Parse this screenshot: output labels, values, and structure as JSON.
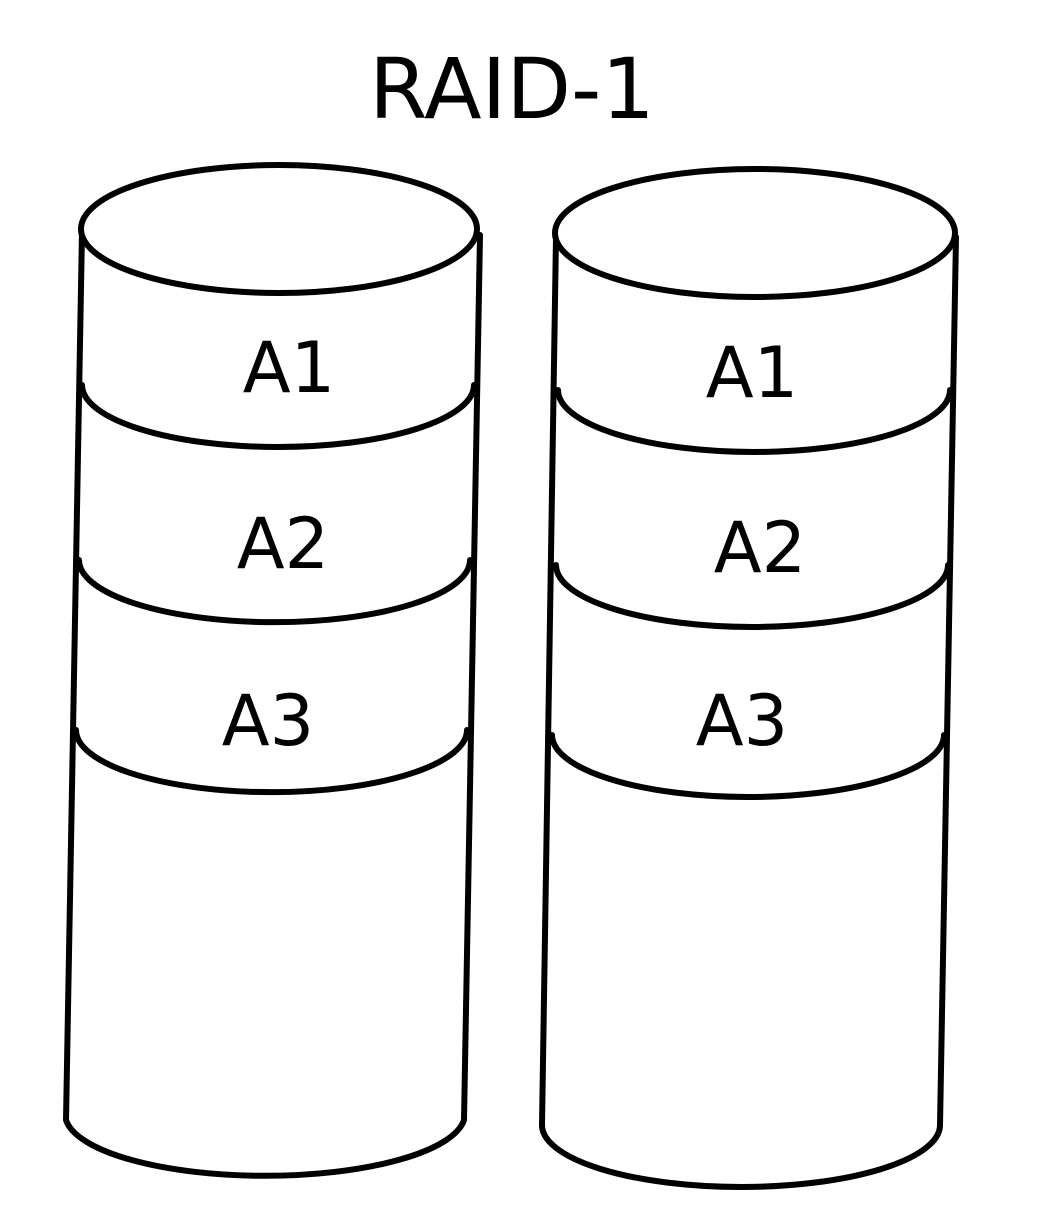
{
  "title": "RAID-1",
  "disks": [
    {
      "blocks": [
        "A1",
        "A2",
        "A3"
      ]
    },
    {
      "blocks": [
        "A1",
        "A2",
        "A3"
      ]
    }
  ],
  "colors": {
    "stroke": "#000000",
    "background": "#ffffff"
  }
}
